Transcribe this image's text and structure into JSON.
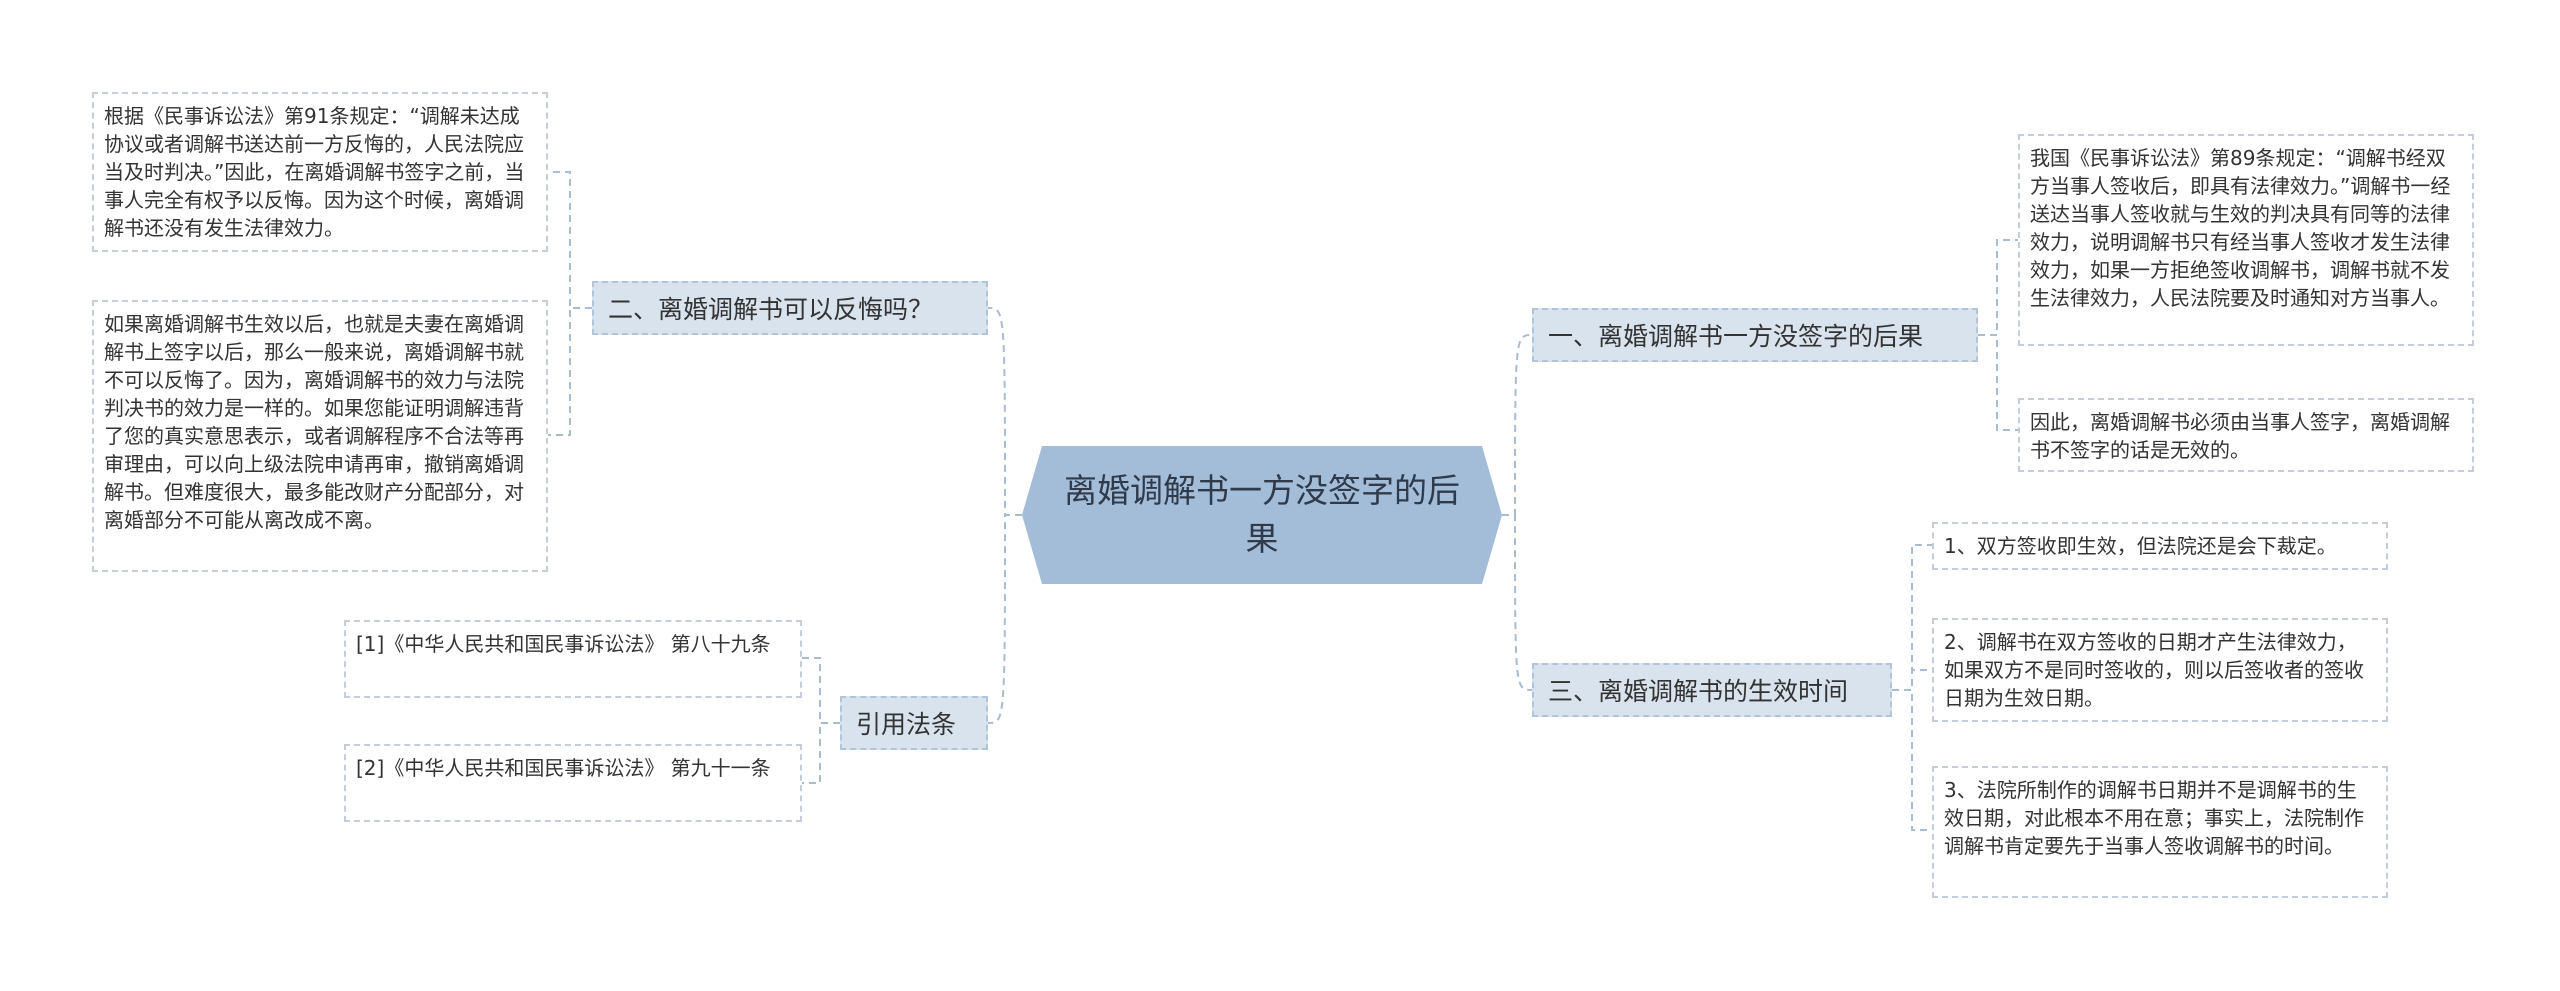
{
  "root": {
    "title": "离婚调解书一方没签字的后果"
  },
  "branches": {
    "b1": {
      "label": "一、离婚调解书一方没签字的后果",
      "leaves": [
        "我国《民事诉讼法》第89条规定：“调解书经双方当事人签收后，即具有法律效力。”调解书一经送达当事人签收就与生效的判决具有同等的法律效力，说明调解书只有经当事人签收才发生法律效力，如果一方拒绝签收调解书，调解书就不发生法律效力，人民法院要及时通知对方当事人。",
        "因此，离婚调解书必须由当事人签字，离婚调解书不签字的话是无效的。"
      ]
    },
    "b2": {
      "label": "二、离婚调解书可以反悔吗？",
      "leaves": [
        "根据《民事诉讼法》第91条规定：“调解未达成协议或者调解书送达前一方反悔的，人民法院应当及时判决。”因此，在离婚调解书签字之前，当事人完全有权予以反悔。因为这个时候，离婚调解书还没有发生法律效力。",
        "如果离婚调解书生效以后，也就是夫妻在离婚调解书上签字以后，那么一般来说，离婚调解书就不可以反悔了。因为，离婚调解书的效力与法院判决书的效力是一样的。如果您能证明调解违背了您的真实意思表示，或者调解程序不合法等再审理由，可以向上级法院申请再审，撤销离婚调解书。但难度很大，最多能改财产分配部分，对离婚部分不可能从离改成不离。"
      ]
    },
    "b3": {
      "label": "三、离婚调解书的生效时间",
      "leaves": [
        "1、双方签收即生效，但法院还是会下裁定。",
        "2、调解书在双方签收的日期才产生法律效力，如果双方不是同时签收的，则以后签收者的签收日期为生效日期。",
        "3、法院所制作的调解书日期并不是调解书的生效日期，对此根本不用在意；事实上，法院制作调解书肯定要先于当事人签收调解书的时间。"
      ]
    },
    "b4": {
      "label": "引用法条",
      "leaves": [
        "[1]《中华人民共和国民事诉讼法》 第八十九条",
        "[2]《中华人民共和国民事诉讼法》 第九十一条"
      ]
    }
  },
  "colors": {
    "root_fill": "#a3bdd9",
    "branch_fill": "#d8e3ed",
    "connector": "#a9bdd2",
    "leaf_border": "#c5ced8"
  }
}
